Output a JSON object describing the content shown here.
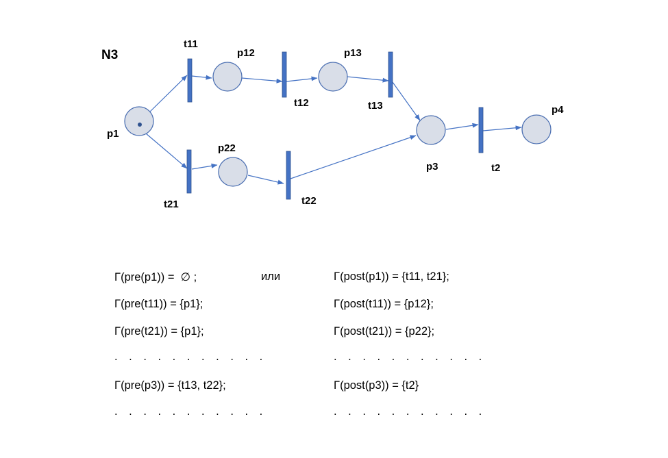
{
  "net": {
    "title": "N3",
    "places": {
      "p1": {
        "label": "p1",
        "tokens": 1
      },
      "p12": {
        "label": "p12",
        "tokens": 0
      },
      "p13": {
        "label": "p13",
        "tokens": 0
      },
      "p22": {
        "label": "p22",
        "tokens": 0
      },
      "p3": {
        "label": "p3",
        "tokens": 0
      },
      "p4": {
        "label": "p4",
        "tokens": 0
      }
    },
    "transitions": {
      "t11": {
        "label": "t11"
      },
      "t12": {
        "label": "t12"
      },
      "t13": {
        "label": "t13"
      },
      "t21": {
        "label": "t21"
      },
      "t22": {
        "label": "t22"
      },
      "t2": {
        "label": "t2"
      }
    },
    "arcs": [
      [
        "p1",
        "t11"
      ],
      [
        "t11",
        "p12"
      ],
      [
        "p12",
        "t12"
      ],
      [
        "t12",
        "p13"
      ],
      [
        "p13",
        "t13"
      ],
      [
        "t13",
        "p3"
      ],
      [
        "p1",
        "t21"
      ],
      [
        "t21",
        "p22"
      ],
      [
        "p22",
        "t22"
      ],
      [
        "t22",
        "p3"
      ],
      [
        "p3",
        "t2"
      ],
      [
        "t2",
        "p4"
      ]
    ],
    "colors": {
      "place_fill": "#d9dee8",
      "place_stroke": "#4f72b3",
      "transition": "#4472c4",
      "arc": "#4472c4"
    }
  },
  "formulas": {
    "left": [
      "Γ(pre(p1)) =  ∅ ;",
      "Γ(pre(t11)) = {p1};",
      "Γ(pre(t21)) = {p1};",
      ". . . . . . . . . . .",
      "Γ(pre(p3)) = {t13, t22};",
      ". . . . . . . . . . ."
    ],
    "connector": "или",
    "right": [
      "Γ(post(p1)) = {t11, t21};",
      "Γ(post(t11)) = {p12};",
      "Γ(post(t21)) = {p22};",
      ". . . . . . . . . . .",
      "Γ(post(p3)) = {t2}",
      ". . . . . . . . . . ."
    ]
  }
}
